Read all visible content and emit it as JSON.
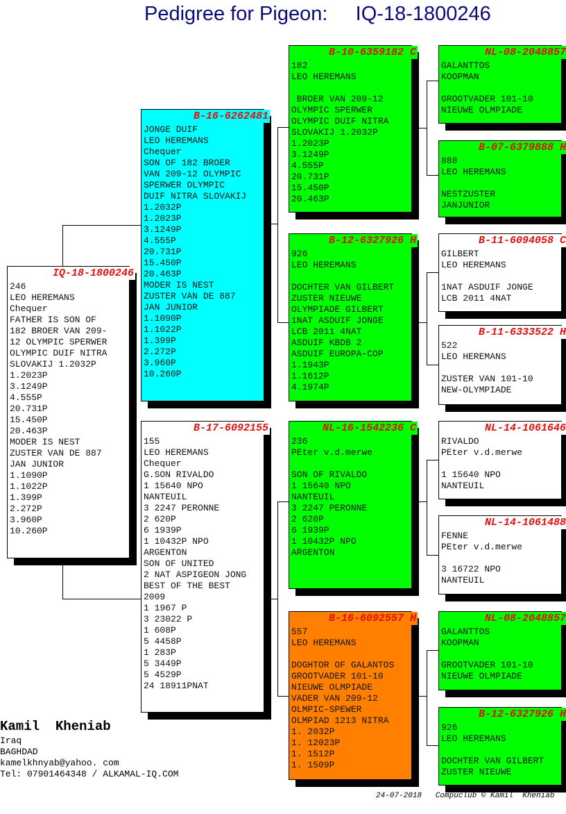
{
  "title": "Pedigree for Pigeon:     IQ-18-1800246",
  "colors": {
    "white": "#ffffff",
    "cyan": "#00ffff",
    "green": "#00ff00",
    "orange": "#ff8000",
    "id_red": "#e01010"
  },
  "cards": [
    {
      "id": "IQ-18-1800246",
      "color": "#ffffff",
      "lines": [
        "246",
        "LEO HEREMANS",
        "Chequer",
        "FATHER IS SON OF",
        "182 BROER VAN 209-",
        "12 OLYMPIC SPERWER",
        "OLYMPIC DUIF NITRA",
        "SLOVAKIJ 1.2032P",
        "1.2023P",
        "3.1249P",
        "4.555P",
        "20.731P",
        "15.450P",
        "20.463P",
        "MODER IS NEST",
        "ZUSTER VAN DE 887",
        "JAN JUNIOR",
        "1.1090P",
        "1.1022P",
        "1.399P",
        "2.272P",
        "3.960P",
        "10.260P"
      ]
    },
    {
      "id": "B-16-6262481",
      "color": "#00ffff",
      "lines": [
        "JONGE DUIF",
        "LEO HEREMANS",
        "Chequer",
        "SON OF 182 BROER",
        "VAN 209-12 OLYMPIC",
        "SPERWER OLYMPIC",
        "DUIF NITRA SLOVAKIJ",
        "1.2032P",
        "1.2023P",
        "3.1249P",
        "4.555P",
        "20.731P",
        "15.450P",
        "20.463P",
        "MODER IS NEST",
        "ZUSTER VAN DE 887",
        "JAN JUNIOR",
        "1.1090P",
        "1.1022P",
        "1.399P",
        "2.272P",
        "3.960P",
        "10.260P"
      ]
    },
    {
      "id": "B-17-6092155",
      "color": "#ffffff",
      "lines": [
        "155",
        "LEO HEREMANS",
        "Chequer",
        "G.SON RIVALDO",
        "1 15640 NPO",
        "NANTEUIL",
        "3 2247 PERONNE",
        "2 620P",
        "6 1939P",
        "1 10432P NPO",
        "ARGENTON",
        "SON OF UNITED",
        "2 NAT ASPIGEON JONG",
        "BEST OF THE BEST",
        "2009",
        "1 1967 P",
        "3 23022 P",
        "1 608P",
        "5 4458P",
        "1 283P",
        "5 3449P",
        "5 4529P",
        "24 18911PNAT"
      ]
    },
    {
      "id": "B-10-6359182 C",
      "color": "#00ff00",
      "lines": [
        "182",
        "LEO HEREMANS",
        "",
        " BROER VAN 209-12",
        "OLYMPIC SPERWER",
        "OLYMPIC DUIF NITRA",
        "SLOVAKIJ 1.2032P",
        "1.2023P",
        "3.1249P",
        "4.555P",
        "20.731P",
        "15.450P",
        "20.463P"
      ]
    },
    {
      "id": "B-12-6327926 H",
      "color": "#00ff00",
      "lines": [
        "926",
        "LEO HEREMANS",
        "",
        "DOCHTER VAN GILBERT",
        "ZUSTER NIEUWE",
        "OLYMPIADE GILBERT",
        "1NAT ASDUIF JONGE",
        "LCB 2011 4NAT",
        "ASDUIF KBDB 2",
        "ASDUIF EUROPA-COP",
        "1.1943P",
        "1.1612P",
        "4.1974P"
      ]
    },
    {
      "id": "NL-16-1542236 C",
      "color": "#00ff00",
      "lines": [
        "236",
        "PEter v.d.merwe",
        "",
        "SON OF RIVALDO",
        "1 15640 NPO",
        "NANTEUIL",
        "3 2247 PERONNE",
        "2 620P",
        "6 1939P",
        "1 10432P NPO",
        "ARGENTON"
      ]
    },
    {
      "id": "B-16-6092557 H",
      "color": "#ff8000",
      "lines": [
        "557",
        "LEO HEREMANS",
        "",
        "DOGHTOR OF GALANTOS",
        "GROOTVADER 101-10",
        "NIEUWE OLMPIADE",
        "VADER VAN 209-12",
        "OLMPIC-SPEWER",
        "OLMPIAD 1213 NITRA",
        "1. 2032P",
        "1. 12023P",
        "1. 1512P",
        "1. 1509P"
      ]
    },
    {
      "id": "NL-08-2048857",
      "color": "#00ff00",
      "lines": [
        "GALANTTOS",
        "KOOPMAN",
        "",
        "GROOTVADER 101-10",
        "NIEUWE OLMPIADE"
      ]
    },
    {
      "id": "B-07-6379888 H",
      "color": "#00ff00",
      "lines": [
        "888",
        "LEO HEREMANS",
        "",
        "NESTZUSTER",
        "JANJUNIOR"
      ]
    },
    {
      "id": "B-11-6094058 C",
      "color": "#ffffff",
      "lines": [
        "GILBERT",
        "LEO HEREMANS",
        "",
        "1NAT ASDUIF JONGE",
        "LCB 2011 4NAT"
      ]
    },
    {
      "id": "B-11-6333522 H",
      "color": "#ffffff",
      "lines": [
        "522",
        "LEO HEREMANS",
        "",
        "ZUSTER VAN 101-10",
        "NEW-OLYMPIADE"
      ]
    },
    {
      "id": "NL-14-1061646",
      "color": "#ffffff",
      "lines": [
        "RIVALDO",
        "PEter v.d.merwe",
        "",
        "1 15640 NPO",
        "NANTEUIL"
      ]
    },
    {
      "id": "NL-14-1061488",
      "color": "#ffffff",
      "lines": [
        "FENNE",
        "PEter v.d.merwe",
        "",
        "3 16722 NPO",
        "NANTEUIL"
      ]
    },
    {
      "id": "NL-08-2048857",
      "color": "#00ff00",
      "lines": [
        "GALANTTOS",
        "KOOPMAN",
        "",
        "GROOTVADER 101-10",
        "NIEUWE OLMPIADE"
      ]
    },
    {
      "id": "B-12-6327926 H",
      "color": "#00ff00",
      "lines": [
        "926",
        "LEO HEREMANS",
        "",
        "DOCHTER VAN GILBERT",
        "ZUSTER NIEUWE"
      ]
    }
  ],
  "footer": {
    "name": "Kamil  Kheniab",
    "country": "Iraq",
    "city": "BAGHDAD",
    "email": "kamelkhnyab@yahoo. com",
    "tel": "Tel: 07901464348 / ALKAMAL-IQ.COM",
    "stamp": "24-07-2018   Compuclub © Kamil  Kheniab"
  }
}
